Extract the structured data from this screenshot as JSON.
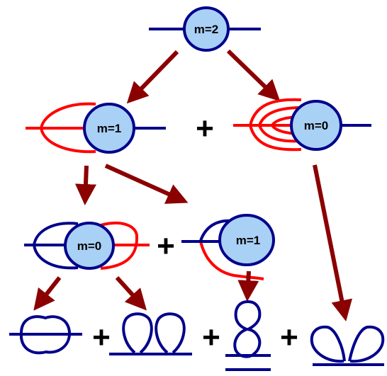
{
  "colors": {
    "line_blue": "#00008b",
    "line_red": "#ff0000",
    "arrow": "#8b0000",
    "node_fill": "#a9d0f5",
    "text": "#000000"
  },
  "nodes": {
    "root": {
      "label": "m=2"
    },
    "left": {
      "label": "m=1"
    },
    "right": {
      "label": "m=0"
    },
    "bottom_left": {
      "label": "m=0"
    },
    "bottom_mid": {
      "label": "m=1"
    }
  },
  "operators": {
    "row1": "+",
    "row2": "+",
    "row3_a": "+",
    "row3_b": "+",
    "row3_c": "+"
  }
}
